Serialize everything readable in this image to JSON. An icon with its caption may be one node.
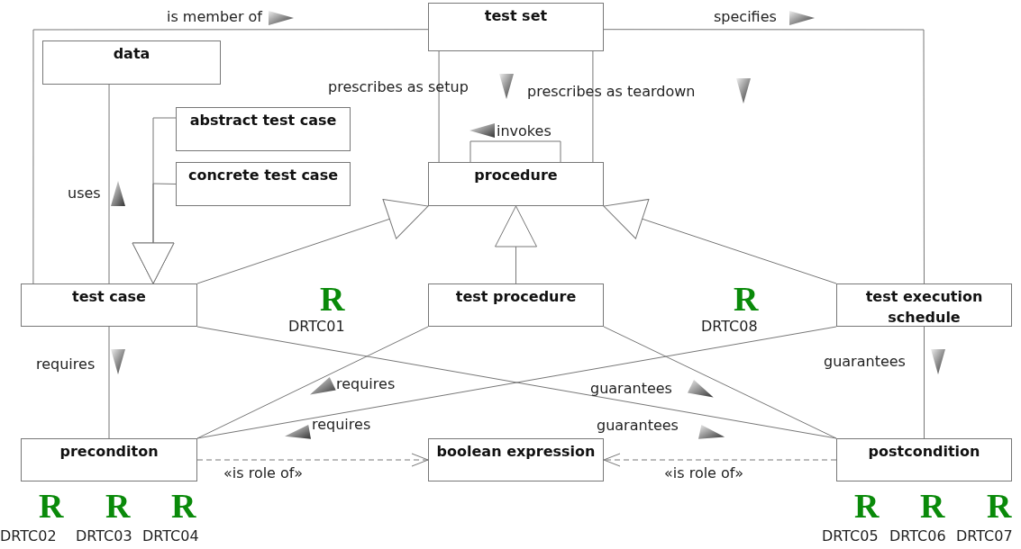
{
  "diagram": {
    "nodes": [
      {
        "text": [
          "test set"
        ]
      },
      {
        "text": [
          "data"
        ]
      },
      {
        "text": [
          "abstract test case"
        ]
      },
      {
        "text": [
          "concrete test case"
        ]
      },
      {
        "text": [
          "procedure"
        ]
      },
      {
        "text": [
          "test case"
        ]
      },
      {
        "text": [
          "test procedure"
        ]
      },
      {
        "text": [
          "test execution schedule"
        ]
      },
      {
        "text": [
          "preconditon"
        ]
      },
      {
        "text": [
          "boolean expression"
        ]
      },
      {
        "text": [
          "postcondition"
        ]
      }
    ],
    "edges": [
      {
        "from": 5,
        "to": 0,
        "arrow": "none",
        "label": "is member of"
      },
      {
        "from": 0,
        "to": 7,
        "arrow": "none",
        "label": "specifies"
      },
      {
        "from": 1,
        "to": 5,
        "arrow": "none",
        "label": "uses"
      },
      {
        "from": 0,
        "to": 4,
        "arrow": "none",
        "label": "prescribes as setup"
      },
      {
        "from": 0,
        "to": 4,
        "arrow": "none",
        "label": "prescribes as teardown"
      },
      {
        "from": 4,
        "to": 4,
        "arrow": "none",
        "label": "invokes"
      },
      {
        "from": 2,
        "to": 5,
        "arrow": "to"
      },
      {
        "from": 3,
        "to": 5,
        "arrow": "to"
      },
      {
        "from": 5,
        "to": 4,
        "arrow": "to"
      },
      {
        "from": 6,
        "to": 4,
        "arrow": "to"
      },
      {
        "from": 7,
        "to": 4,
        "arrow": "to"
      },
      {
        "from": 5,
        "to": 8,
        "arrow": "none",
        "label": "requires"
      },
      {
        "from": 6,
        "to": 8,
        "arrow": "none",
        "label": "requires"
      },
      {
        "from": 7,
        "to": 8,
        "arrow": "none",
        "label": "requires"
      },
      {
        "from": 5,
        "to": 10,
        "arrow": "none",
        "label": "guarantees"
      },
      {
        "from": 6,
        "to": 10,
        "arrow": "none",
        "label": "guarantees"
      },
      {
        "from": 7,
        "to": 10,
        "arrow": "none",
        "label": "guarantees"
      },
      {
        "from": 8,
        "to": 9,
        "arrow": "to",
        "label": "«is role of»",
        "style": "dashed"
      },
      {
        "from": 10,
        "to": 9,
        "arrow": "to",
        "label": "«is role of»",
        "style": "dashed"
      }
    ],
    "labels": [
      "R",
      "R",
      "DRTC01",
      "DRTC08",
      "R",
      "R",
      "R",
      "R",
      "R",
      "R",
      "DRTC02",
      "DRTC03",
      "DRTC04",
      "DRTC05",
      "DRTC06",
      "DRTC07"
    ]
  }
}
